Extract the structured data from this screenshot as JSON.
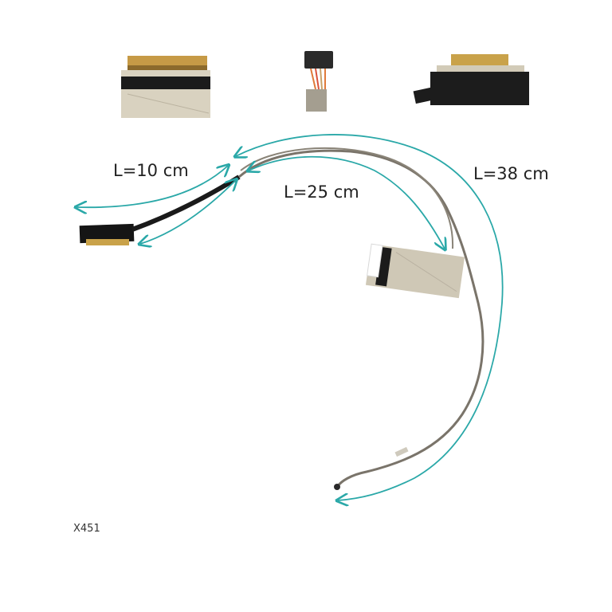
{
  "labels": {
    "length_short": "L=10 cm",
    "length_mid": "L=25 cm",
    "length_long": "L=38 cm",
    "model": "X451"
  },
  "colors": {
    "arrow": "#2aa8a8",
    "cable": "#7a746a",
    "ribbon": "#1a1a1a",
    "gold_contacts": "#c9a24a",
    "foil": "#cfc8b6",
    "tape": "#1c1c1c"
  },
  "objects": {
    "connector_icons": [
      "wide-lvds-connector-icon",
      "small-power-connector-icon",
      "taped-edge-connector-icon"
    ],
    "cable_name": "lcd-flex-cable"
  }
}
